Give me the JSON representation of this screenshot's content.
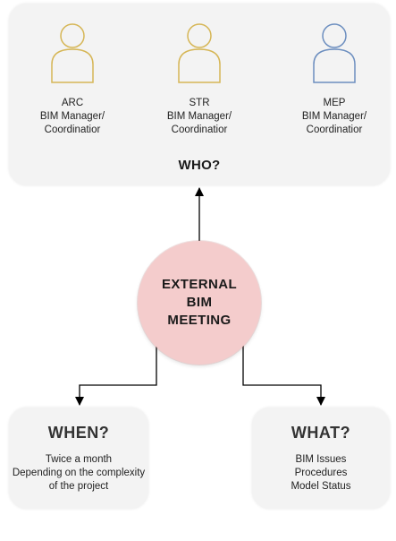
{
  "who": {
    "roles": [
      {
        "abbr": "ARC",
        "line1": "BIM Manager/",
        "line2": "Coordinatior",
        "color": "#d6b656"
      },
      {
        "abbr": "STR",
        "line1": "BIM Manager/",
        "line2": "Coordinatior",
        "color": "#d6b656"
      },
      {
        "abbr": "MEP",
        "line1": "BIM Manager/",
        "line2": "Coordinatior",
        "color": "#6c8ebf"
      }
    ],
    "title": "WHO?"
  },
  "meeting": {
    "line1": "EXTERNAL",
    "line2": "BIM",
    "line3": "MEETING",
    "color": "#f4cccc"
  },
  "when": {
    "title": "WHEN?",
    "lines": [
      "Twice a month",
      "Depending on the complexity",
      "of the project"
    ]
  },
  "what": {
    "title": "WHAT?",
    "lines": [
      "BIM Issues",
      "Procedures",
      "Model Status"
    ]
  }
}
